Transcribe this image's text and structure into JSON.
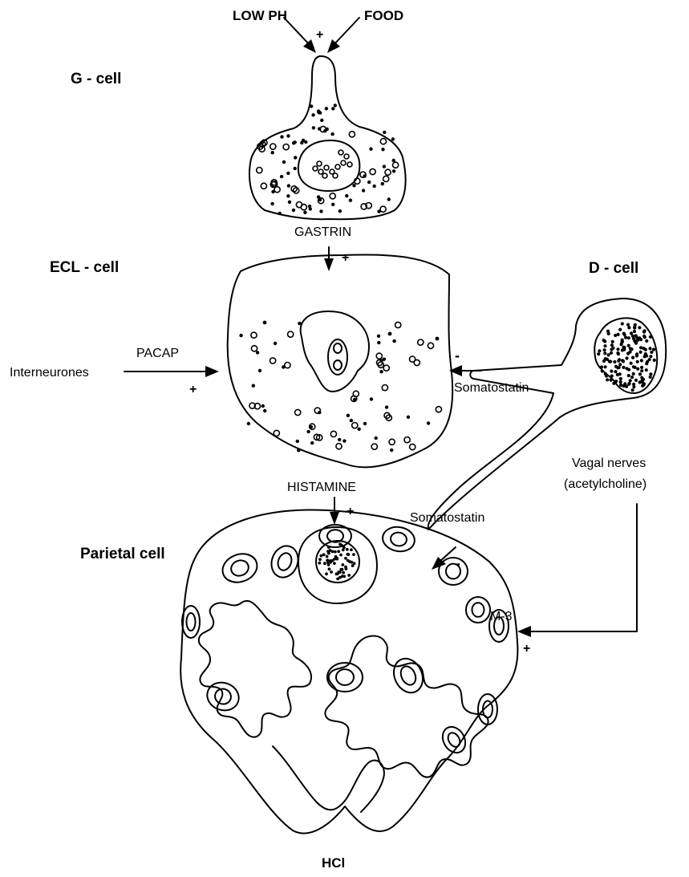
{
  "labels": {
    "g_cell": "G - cell",
    "ecl_cell": "ECL - cell",
    "d_cell": "D - cell",
    "parietal_cell": "Parietal cell"
  },
  "stimuli": {
    "low_ph": "LOW PH",
    "food": "FOOD",
    "stim_plus": "+"
  },
  "signals": {
    "gastrin": "GASTRIN",
    "gastrin_sign": "+",
    "pacap": "PACAP",
    "interneurones": "Interneurones",
    "pacap_sign": "+",
    "somatostatin_ecl": "Somatostatin",
    "somatostatin_ecl_sign": "-",
    "histamine": "HISTAMINE",
    "histamine_sign": "+",
    "somatostatin_parietal": "Somatostatin",
    "somatostatin_parietal_sign": "-",
    "vagal_line1": "Vagal nerves",
    "vagal_line2": "(acetylcholine)",
    "m3": "M-3",
    "m3_sign": "+",
    "hcl": "HCl"
  }
}
